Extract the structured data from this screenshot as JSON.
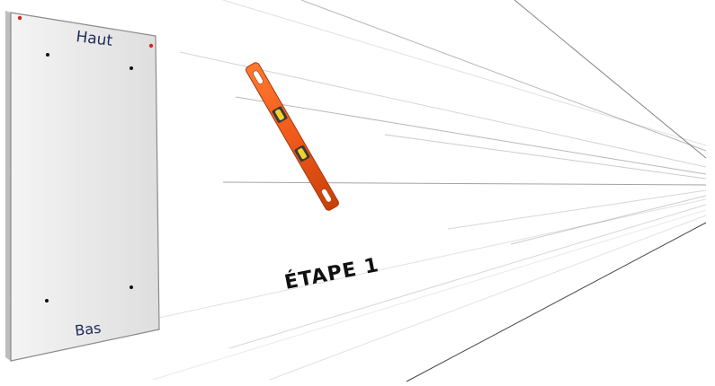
{
  "panel": {
    "top_label": "Haut",
    "bottom_label": "Bas"
  },
  "step": {
    "label": "ÉTAPE 1"
  },
  "tool": {
    "icon": "spirit-level-icon"
  },
  "colors": {
    "panel_fill": "#e6e6e6",
    "panel_edge": "#8a8a8a",
    "panel_text": "#1f2a5a",
    "red_marker": "#e02020",
    "level_body": "#f05a1a",
    "level_dark": "#c23d08",
    "vial": "#f2d22e",
    "lines": "#333333"
  }
}
